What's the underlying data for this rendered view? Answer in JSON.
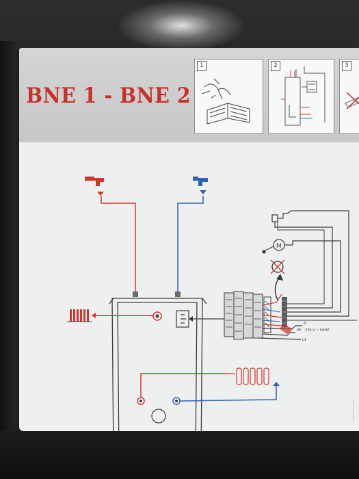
{
  "label": {
    "title": "BNE 1 - BNE 2"
  },
  "steps": [
    {
      "number": "1",
      "icon": "manual-book-icon"
    },
    {
      "number": "2",
      "icon": "wiring-schematic-icon"
    },
    {
      "number": "3",
      "icon": "no-action-icon"
    }
  ],
  "colors": {
    "hot": "#d2352c",
    "cold": "#2f5fb8",
    "title": "#c8312a",
    "line": "#3a3a3a",
    "card": "#eef0f0"
  },
  "diagram": {
    "terminal_labels": [
      "N",
      "PE",
      "L1"
    ],
    "supply_label": "230 V ~ 50HZ",
    "icons": [
      "hot-water-tap-icon",
      "cold-water-tap-icon",
      "radiator-icon",
      "thermostat-icon",
      "motor-icon",
      "no-connection-icon",
      "heating-coil-icon",
      "drain-valve-icon"
    ]
  }
}
